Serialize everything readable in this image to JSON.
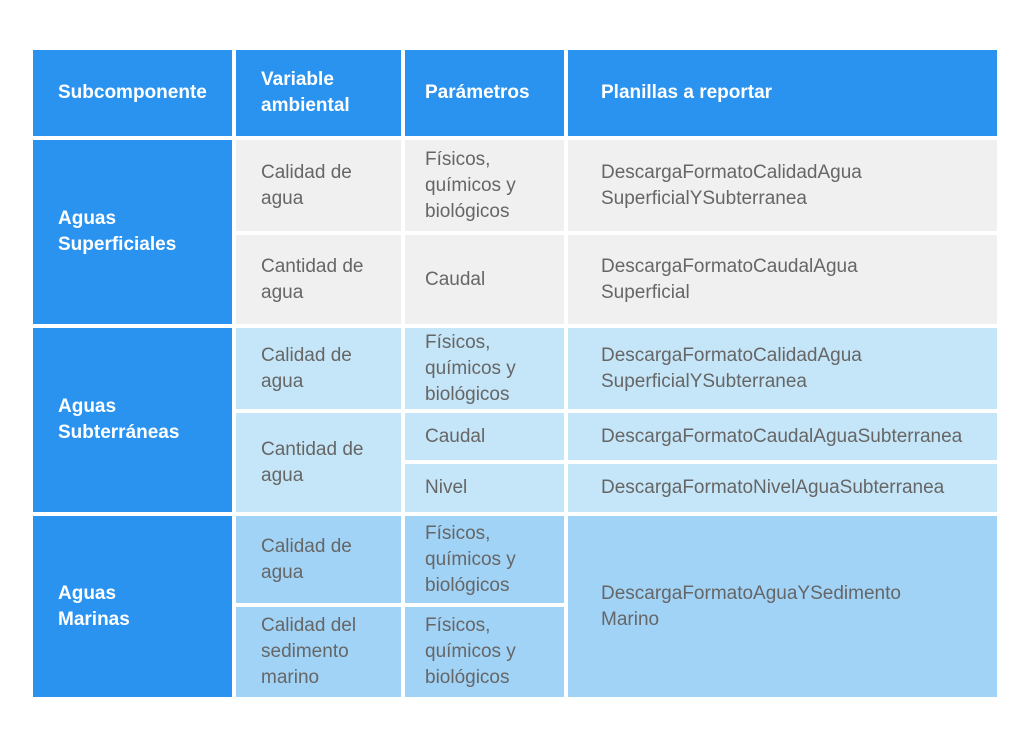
{
  "headers": {
    "subcomponente": "Subcomponente",
    "variable": "Variable\nambiental",
    "parametros": "Parámetros",
    "planillas": "Planillas a reportar"
  },
  "superficiales": {
    "subcomponente": "Aguas\nSuperficiales",
    "row1": {
      "variable": "Calidad de\nagua",
      "parametros": "Físicos,\nquímicos y\nbiológicos",
      "planilla": "DescargaFormatoCalidadAgua\nSuperficialYSubterranea"
    },
    "row2": {
      "variable": "Cantidad de\nagua",
      "parametros": "Caudal",
      "planilla": "DescargaFormatoCaudalAgua\nSuperficial"
    }
  },
  "subterraneas": {
    "subcomponente": "Aguas\nSubterráneas",
    "row1": {
      "variable": "Calidad de\nagua",
      "parametros": "Físicos,\nquímicos y\nbiológicos",
      "planilla": "DescargaFormatoCalidadAgua\nSuperficialYSubterranea"
    },
    "row2": {
      "variable": "Cantidad de\nagua",
      "parametros_a": "Caudal",
      "planilla_a": "DescargaFormatoCaudalAguaSubterranea",
      "parametros_b": "Nivel",
      "planilla_b": "DescargaFormatoNivelAguaSubterranea"
    }
  },
  "marinas": {
    "subcomponente": "Aguas\nMarinas",
    "row1": {
      "variable": "Calidad de\nagua",
      "parametros": "Físicos,\nquímicos y\nbiológicos"
    },
    "row2": {
      "variable": "Calidad del\nsedimento\nmarino",
      "parametros": "Físicos,\nquímicos y\nbiológicos"
    },
    "planilla": "DescargaFormatoAguaYSedimento\nMarino"
  },
  "colors": {
    "header": "#2a93f0",
    "group1": "#f0f0f0",
    "group2": "#c5e6f8",
    "group3": "#a1d3f7"
  }
}
